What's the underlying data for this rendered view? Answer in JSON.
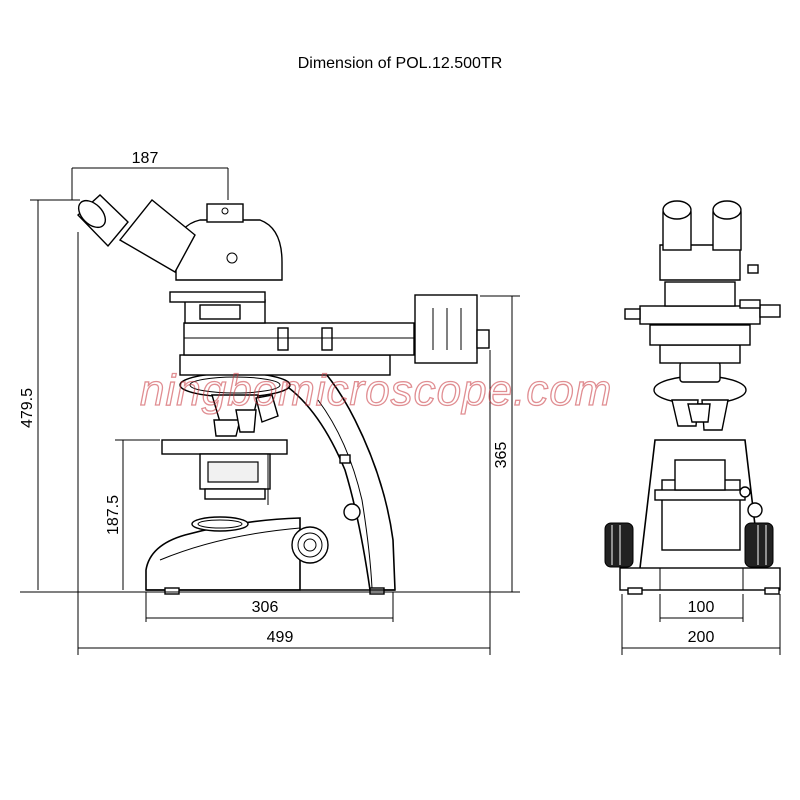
{
  "title": "Dimension of POL.12.500TR",
  "watermark": "ningbomicroscope.com",
  "dimensions": {
    "side_eyepiece_offset": "187",
    "side_total_height": "479.5",
    "side_stage_height": "187.5",
    "side_lamp_height": "365",
    "side_base_depth": "306",
    "side_total_depth": "499",
    "front_base_inner": "100",
    "front_base_width": "200"
  },
  "colors": {
    "line": "#000000",
    "watermark": "#c8323a",
    "background": "#ffffff"
  }
}
